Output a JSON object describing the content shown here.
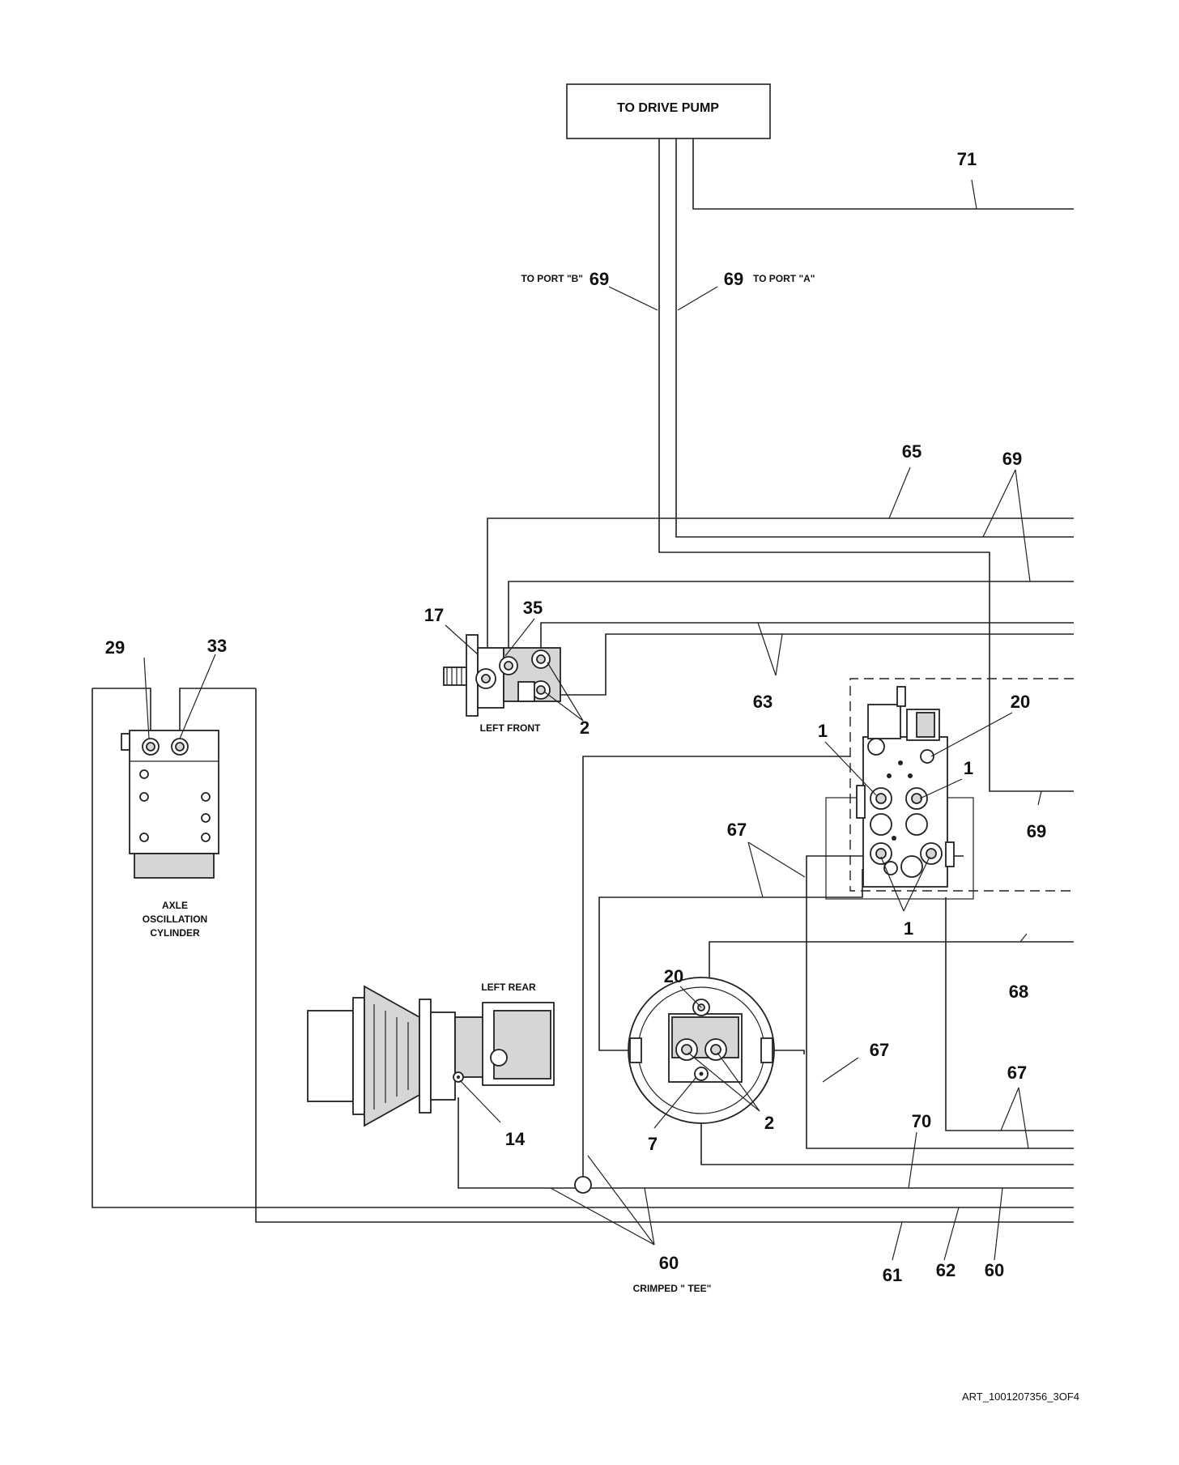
{
  "drive_pump_box": {
    "label": "TO DRIVE PUMP"
  },
  "port_labels": {
    "to_port_b": "TO PORT \"B\"",
    "to_port_a": "TO PORT \"A\""
  },
  "component_labels": {
    "left_front": "LEFT FRONT",
    "left_rear": "LEFT REAR",
    "axle_line1": "AXLE",
    "axle_line2": "OSCILLATION",
    "axle_line3": "CYLINDER",
    "crimped_tee": "CRIMPED \" TEE\""
  },
  "callouts": {
    "c71": "71",
    "c69_b": "69",
    "c69_a": "69",
    "c65": "65",
    "c69_top": "69",
    "c17": "17",
    "c35": "35",
    "c29": "29",
    "c33": "33",
    "c63": "63",
    "c2_front": "2",
    "c20_valve": "20",
    "c1_left": "1",
    "c1_right": "1",
    "c69_right": "69",
    "c67_upper": "67",
    "c1_bottom": "1",
    "c68": "68",
    "c20_motor": "20",
    "c67_mid": "67",
    "c67_right": "67",
    "c14": "14",
    "c7": "7",
    "c2_motor": "2",
    "c70": "70",
    "c60_tee": "60",
    "c61": "61",
    "c62": "62",
    "c60_right": "60"
  },
  "footer": {
    "art_id": "ART_1001207356_3OF4"
  }
}
